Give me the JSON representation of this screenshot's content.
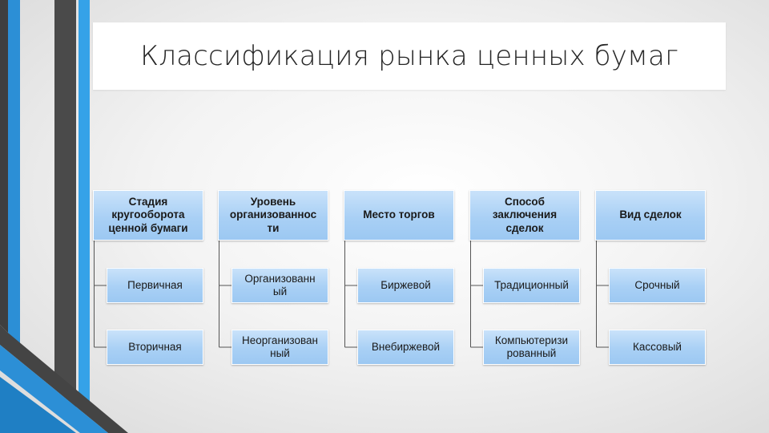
{
  "title": "Классификация рынка ценных бумаг",
  "columns": [
    {
      "header": "Стадия\nкругооборота\nценной бумаги",
      "items": [
        "Первичная",
        "Вторичная"
      ]
    },
    {
      "header": "Уровень\nорганизованнос\nти",
      "items": [
        "Организованн\nый",
        "Неорганизован\nный"
      ]
    },
    {
      "header": "Место торгов",
      "items": [
        "Биржевой",
        "Внебиржевой"
      ]
    },
    {
      "header": "Способ\nзаключения\nсделок",
      "items": [
        "Традиционный",
        "Компьютеризи\nрованный"
      ]
    },
    {
      "header": "Вид сделок",
      "items": [
        "Срочный",
        "Кассовый"
      ]
    }
  ],
  "colors": {
    "node_fill": "#a9d0f5",
    "connector": "#555555",
    "accent_blue": "#2c8fd6",
    "accent_gray": "#4a4a4a"
  }
}
